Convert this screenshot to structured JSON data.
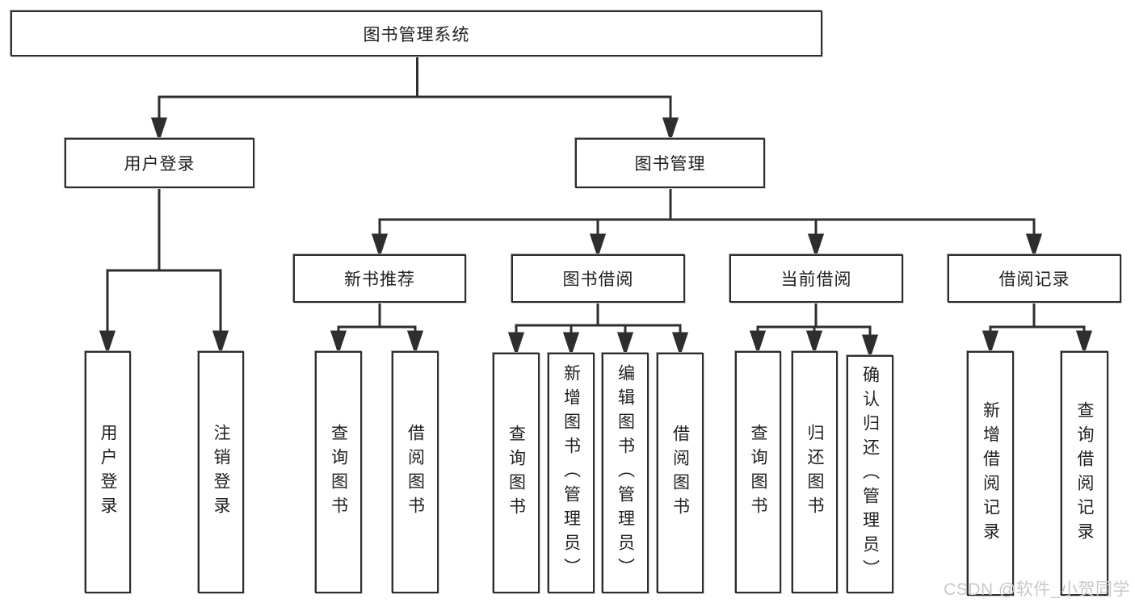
{
  "tree": {
    "label": "图书管理系统",
    "children": [
      {
        "label": "用户登录",
        "children": [
          {
            "label": "用户登录"
          },
          {
            "label": "注销登录"
          }
        ]
      },
      {
        "label": "图书管理",
        "children": [
          {
            "label": "新书推荐",
            "children": [
              {
                "label": "查询图书"
              },
              {
                "label": "借阅图书"
              }
            ]
          },
          {
            "label": "图书借阅",
            "children": [
              {
                "label": "查询图书"
              },
              {
                "label": "新增图书（管理员）"
              },
              {
                "label": "编辑图书（管理员）"
              },
              {
                "label": "借阅图书"
              }
            ]
          },
          {
            "label": "当前借阅",
            "children": [
              {
                "label": "查询图书"
              },
              {
                "label": "归还图书"
              },
              {
                "label": "确认归还（管理员）"
              }
            ]
          },
          {
            "label": "借阅记录",
            "children": [
              {
                "label": "新增借阅记录"
              },
              {
                "label": "查询借阅记录"
              }
            ]
          }
        ]
      }
    ]
  },
  "watermark": {
    "text": "CSDN @软件_小贺同学"
  },
  "colors": {
    "line": "#2e2e2e",
    "box_border": "#2e2e2e",
    "box_fill": "#ffffff",
    "text": "#1f1f1f",
    "watermark": "#c8c8c8",
    "background": "#ffffff"
  }
}
